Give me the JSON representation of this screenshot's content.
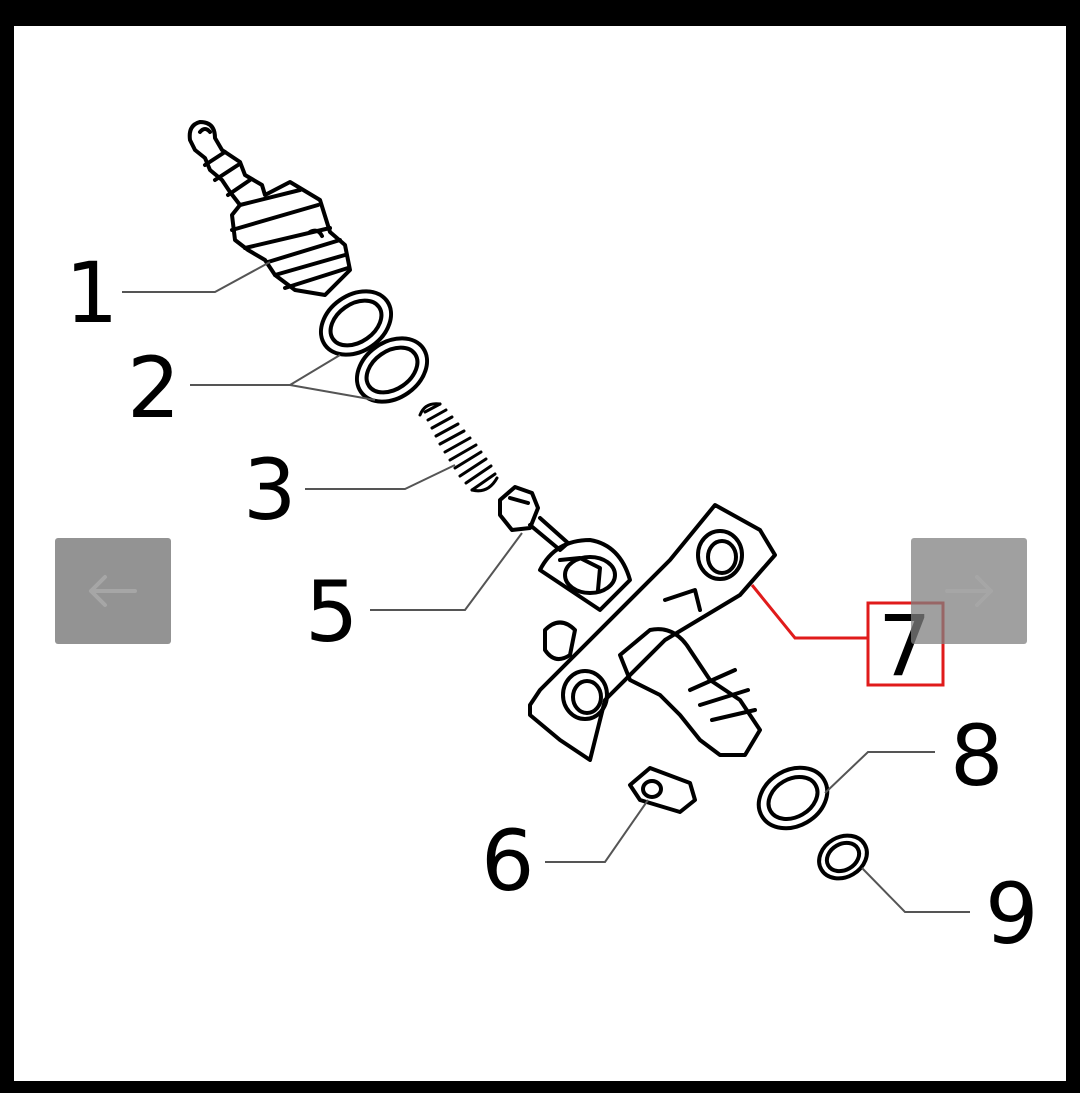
{
  "diagram": {
    "callouts": [
      {
        "id": "1",
        "label": "1"
      },
      {
        "id": "2",
        "label": "2"
      },
      {
        "id": "3",
        "label": "3"
      },
      {
        "id": "5",
        "label": "5"
      },
      {
        "id": "6",
        "label": "6"
      },
      {
        "id": "7",
        "label": "7",
        "highlighted": true
      },
      {
        "id": "8",
        "label": "8"
      },
      {
        "id": "9",
        "label": "9"
      }
    ],
    "highlight_color": "#e01b1b"
  },
  "navigation": {
    "prev_icon": "arrow-left-icon",
    "next_icon": "arrow-right-icon"
  },
  "colors": {
    "background": "#000000",
    "canvas": "#ffffff",
    "line": "#000000",
    "leader": "#555555",
    "nav_button": "#808080",
    "nav_arrow": "#a6a6a6"
  }
}
